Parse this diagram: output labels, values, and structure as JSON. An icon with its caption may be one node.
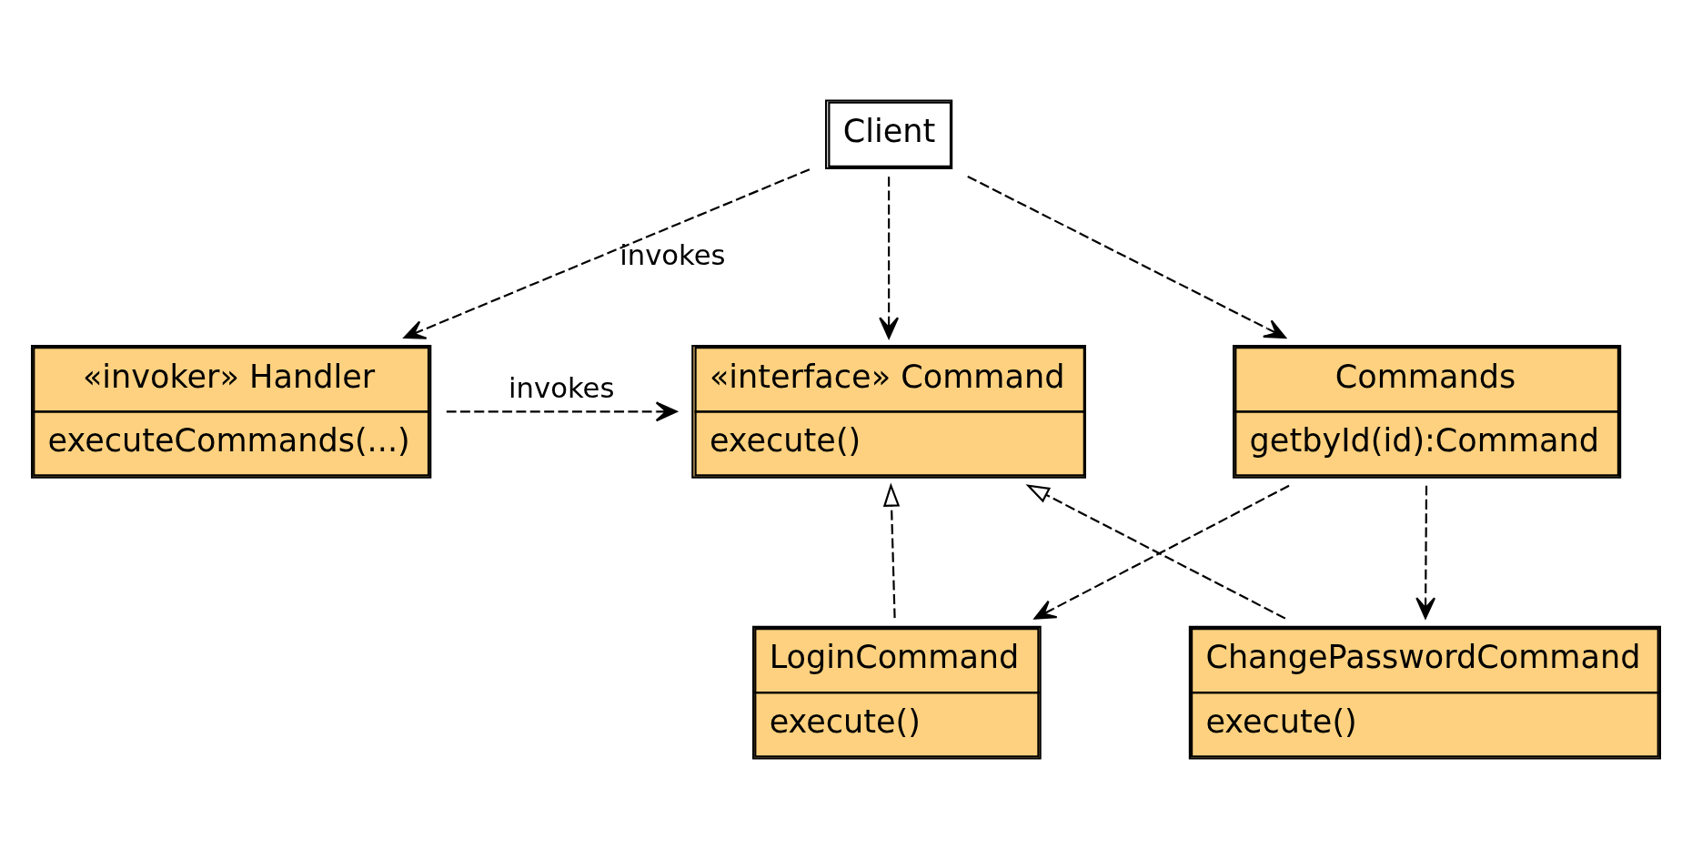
{
  "diagram": {
    "nodes": [
      {
        "text": [
          "Client"
        ]
      },
      {
        "text": [
          "«invoker» Handler",
          "executeCommands(...)"
        ]
      },
      {
        "text": [
          "«interface» Command",
          "execute()"
        ]
      },
      {
        "text": [
          "Commands",
          "getbyId(id):Command"
        ]
      },
      {
        "text": [
          "LoginCommand",
          "execute()"
        ]
      },
      {
        "text": [
          "ChangePasswordCommand",
          "execute()"
        ]
      }
    ],
    "edges": [
      {
        "from": 0,
        "to": 1,
        "arrow": "to",
        "style": "dashed",
        "label": "invokes"
      },
      {
        "from": 0,
        "to": 2,
        "arrow": "to",
        "style": "dashed"
      },
      {
        "from": 0,
        "to": 3,
        "arrow": "to",
        "style": "dashed"
      },
      {
        "from": 1,
        "to": 2,
        "arrow": "to",
        "style": "dashed",
        "label": "invokes"
      },
      {
        "from": 4,
        "to": 2,
        "arrow": "to",
        "style": "dashed"
      },
      {
        "from": 5,
        "to": 2,
        "arrow": "to",
        "style": "dashed"
      },
      {
        "from": 3,
        "to": 4,
        "arrow": "to",
        "style": "dashed"
      },
      {
        "from": 3,
        "to": 5,
        "arrow": "to",
        "style": "dashed"
      }
    ]
  }
}
